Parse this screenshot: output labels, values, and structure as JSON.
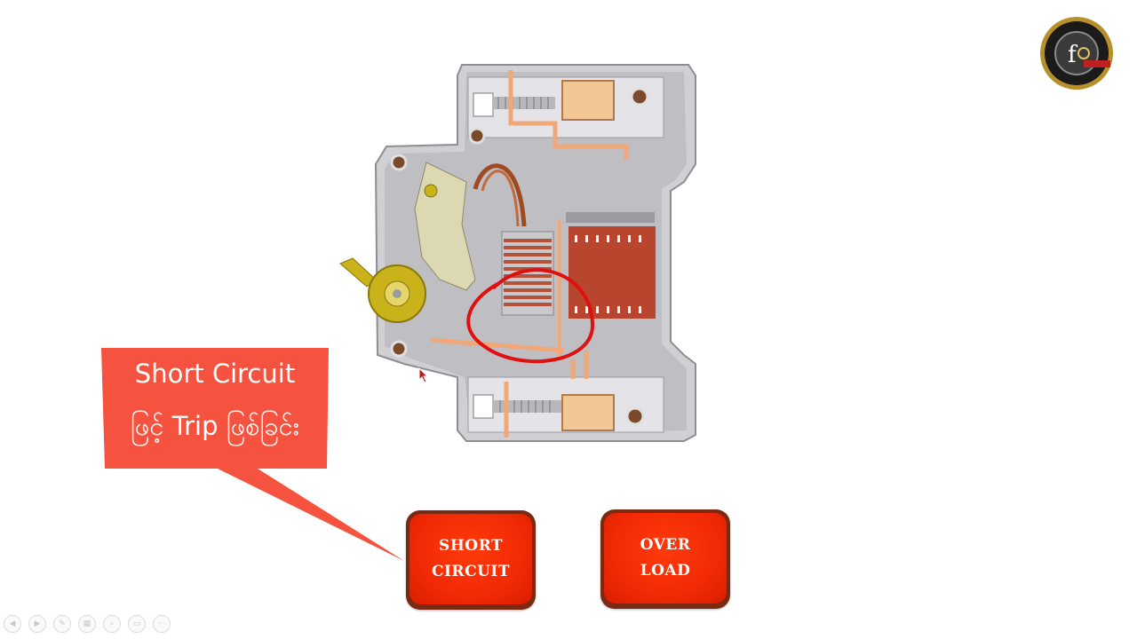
{
  "callout": {
    "line1": "Short Circuit",
    "line2": "ဖြင့် Trip ဖြစ်ခြင်း",
    "color": "#f5533f"
  },
  "buttons": {
    "short_circuit": {
      "line1": "SHORT",
      "line2": "CIRCUIT"
    },
    "overload": {
      "line1": "OVER",
      "line2": "LOAD"
    }
  },
  "colors": {
    "button_red": "#f22a05",
    "button_rim": "#7a2a12",
    "highlight_circle": "#e01010",
    "breaker_body": "#c8c8cc",
    "copper": "#b0563a"
  },
  "toolbar": {
    "items": [
      "previous-icon",
      "next-icon",
      "pen-icon",
      "slides-icon",
      "zoom-icon",
      "subtitles-icon",
      "more-icon"
    ]
  }
}
